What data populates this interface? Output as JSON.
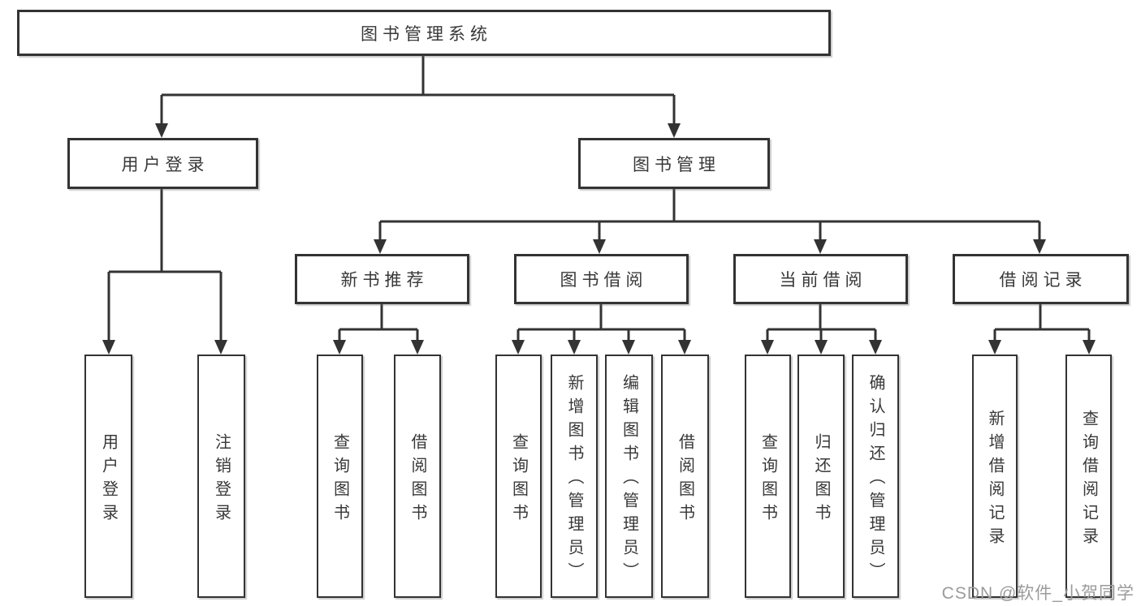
{
  "diagram": {
    "root": {
      "label": "图书管理系统"
    },
    "level1": [
      {
        "label": "用户登录"
      },
      {
        "label": "图书管理"
      }
    ],
    "level2": [
      {
        "label": "新书推荐"
      },
      {
        "label": "图书借阅"
      },
      {
        "label": "当前借阅"
      },
      {
        "label": "借阅记录"
      }
    ],
    "leaves": [
      {
        "label": "用户登录"
      },
      {
        "label": "注销登录"
      },
      {
        "label": "查询图书"
      },
      {
        "label": "借阅图书"
      },
      {
        "label": "查询图书"
      },
      {
        "label": "新增图书（管理员）"
      },
      {
        "label": "编辑图书（管理员）"
      },
      {
        "label": "借阅图书"
      },
      {
        "label": "查询图书"
      },
      {
        "label": "归还图书"
      },
      {
        "label": "确认归还（管理员）"
      },
      {
        "label": "新增借阅记录"
      },
      {
        "label": "查询借阅记录"
      }
    ],
    "watermark": "CSDN @软件_小贺同学",
    "colors": {
      "line": "#333333",
      "text": "#383838",
      "watermark": "#9b9b9b",
      "background": "#ffffff"
    }
  }
}
